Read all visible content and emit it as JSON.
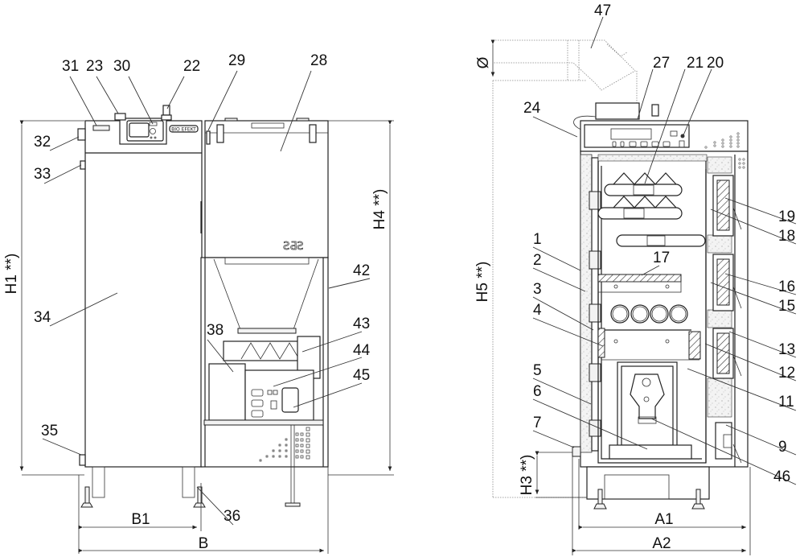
{
  "drawing": {
    "title": "Pellet boiler technical drawing - front and side section views",
    "brand_plate": "BIO EFEKT"
  },
  "front_view": {
    "labels": [
      {
        "id": "31",
        "text": "31"
      },
      {
        "id": "23",
        "text": "23"
      },
      {
        "id": "30",
        "text": "30"
      },
      {
        "id": "22",
        "text": "22"
      },
      {
        "id": "29",
        "text": "29"
      },
      {
        "id": "28",
        "text": "28"
      },
      {
        "id": "32",
        "text": "32"
      },
      {
        "id": "33",
        "text": "33"
      },
      {
        "id": "34",
        "text": "34"
      },
      {
        "id": "42",
        "text": "42"
      },
      {
        "id": "43",
        "text": "43"
      },
      {
        "id": "38",
        "text": "38"
      },
      {
        "id": "44",
        "text": "44"
      },
      {
        "id": "45",
        "text": "45"
      },
      {
        "id": "35",
        "text": "35"
      },
      {
        "id": "36",
        "text": "36"
      }
    ],
    "dimensions": {
      "h1": "H1 **)",
      "h4": "H4 **)",
      "b1": "B1",
      "b": "B"
    }
  },
  "side_view": {
    "labels": [
      {
        "id": "47",
        "text": "47"
      },
      {
        "id": "27",
        "text": "27"
      },
      {
        "id": "21",
        "text": "21"
      },
      {
        "id": "20",
        "text": "20"
      },
      {
        "id": "24",
        "text": "24"
      },
      {
        "id": "19",
        "text": "19"
      },
      {
        "id": "18",
        "text": "18"
      },
      {
        "id": "17",
        "text": "17"
      },
      {
        "id": "1",
        "text": "1"
      },
      {
        "id": "2",
        "text": "2"
      },
      {
        "id": "16",
        "text": "16"
      },
      {
        "id": "3",
        "text": "3"
      },
      {
        "id": "15",
        "text": "15"
      },
      {
        "id": "4",
        "text": "4"
      },
      {
        "id": "13",
        "text": "13"
      },
      {
        "id": "12",
        "text": "12"
      },
      {
        "id": "11",
        "text": "11"
      },
      {
        "id": "5",
        "text": "5"
      },
      {
        "id": "6",
        "text": "6"
      },
      {
        "id": "9",
        "text": "9"
      },
      {
        "id": "7",
        "text": "7"
      },
      {
        "id": "46",
        "text": "46"
      }
    ],
    "dimensions": {
      "diameter": "Ø",
      "h5": "H5 **)",
      "h3": "H3 **)",
      "a1": "A1",
      "a2": "A2"
    }
  }
}
